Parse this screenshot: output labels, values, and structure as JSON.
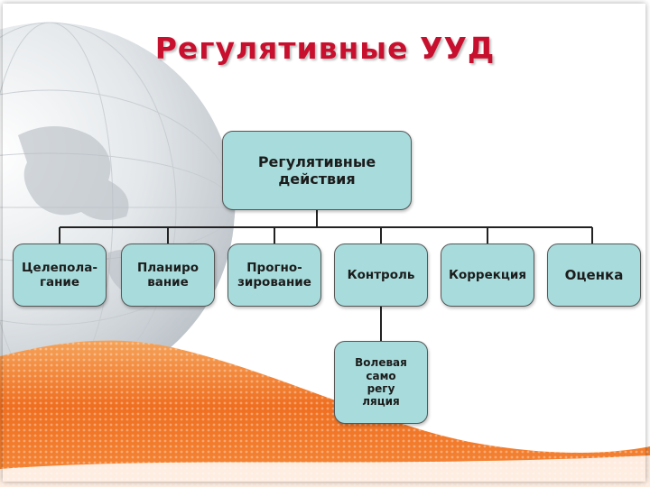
{
  "slide": {
    "title": "Регулятивные УУД"
  },
  "diagram": {
    "root": "Регулятивные\nдействия",
    "children": [
      {
        "label": "Целепола-\nгание"
      },
      {
        "label": "Планиро\nвание"
      },
      {
        "label": "Прогно-\nзирование"
      },
      {
        "label": "Контроль"
      },
      {
        "label": "Коррекция"
      },
      {
        "label": "Оценка"
      }
    ],
    "sub_child": "Волевая\nсамо\nрегу\nляция"
  },
  "colors": {
    "title": "#c8102e",
    "box_fill": "#a8dcdc",
    "orange": "#f07a2a",
    "globe": "#d8dde2"
  }
}
